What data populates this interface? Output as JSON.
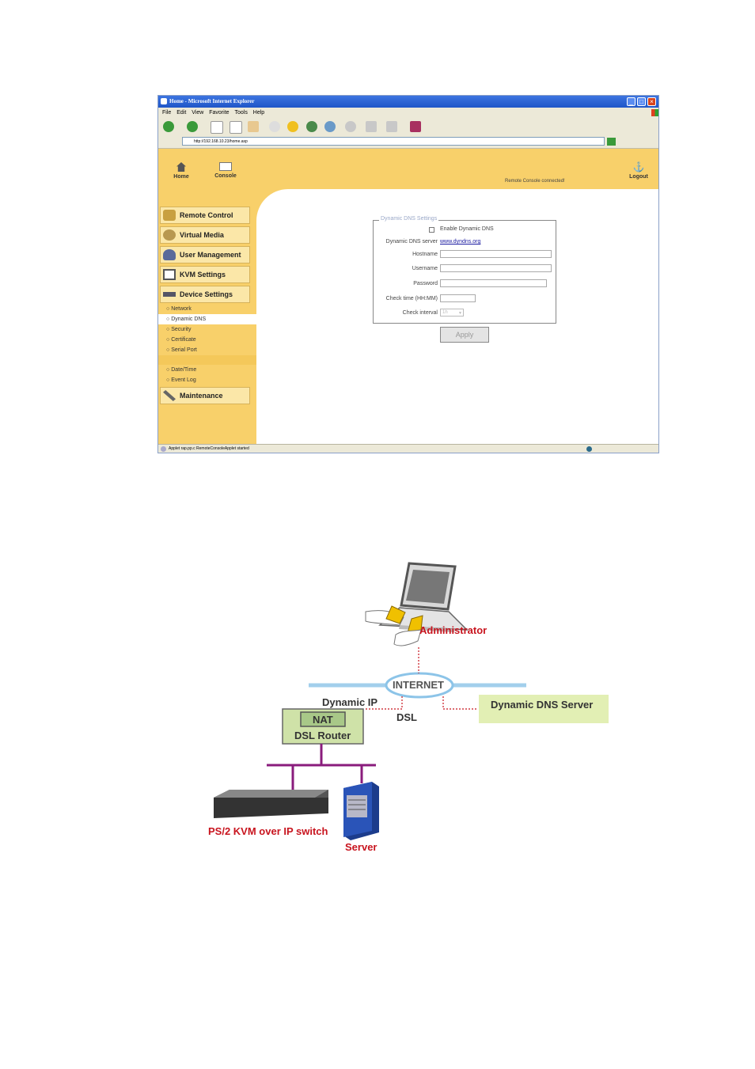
{
  "browser": {
    "title": "Home - Microsoft Internet Explorer",
    "menu": [
      "File",
      "Edit",
      "View",
      "Favorite",
      "Tools",
      "Help"
    ],
    "address": "http://192.168.10.23/home.asp",
    "status_text": "Applet rap.pp.c RemoteConsoleApplet started"
  },
  "app": {
    "top_nav": {
      "home_label": "Home",
      "console_label": "Console",
      "status_message": "Remote Console connected!",
      "logout_label": "Logout"
    },
    "sidebar": {
      "items": [
        {
          "label": "Remote Control"
        },
        {
          "label": "Virtual Media"
        },
        {
          "label": "User Management"
        },
        {
          "label": "KVM Settings"
        },
        {
          "label": "Device Settings"
        }
      ],
      "device_sub_a": [
        "Network",
        "Dynamic DNS",
        "Security",
        "Certificate",
        "Serial Port"
      ],
      "device_sub_b": [
        "Date/Time",
        "Event Log"
      ],
      "maintenance_label": "Maintenance"
    },
    "form": {
      "legend": "Dynamic DNS Settings",
      "enable_label": "Enable Dynamic DNS",
      "server_label": "Dynamic DNS server",
      "server_link": "www.dyndns.org",
      "hostname_label": "Hostname",
      "username_label": "Username",
      "password_label": "Password",
      "check_time_label": "Check time (HH:MM)",
      "check_interval_label": "Check interval",
      "check_interval_value": "1h",
      "apply_label": "Apply"
    }
  },
  "diagram": {
    "administrator": "Administrator",
    "internet": "INTERNET",
    "dynamic_ip": "Dynamic IP",
    "dsl": "DSL",
    "dns_server": "Dynamic DNS Server",
    "nat": "NAT",
    "router": "DSL Router",
    "kvm": "PS/2 KVM over IP switch",
    "server": "Server",
    "colors": {
      "red": "#c8141e",
      "router_fill": "#cfe2a8",
      "dns_fill": "#e2efb4",
      "bus": "#8a1c7c"
    }
  }
}
